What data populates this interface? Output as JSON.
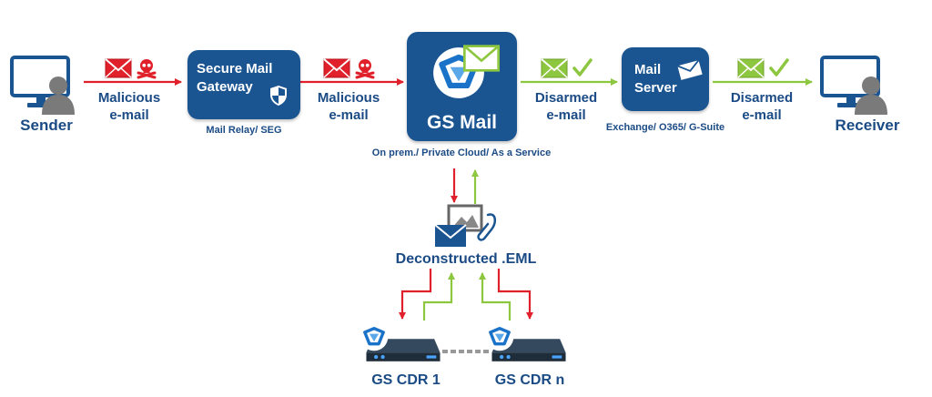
{
  "nodes": {
    "sender": {
      "label": "Sender"
    },
    "secure_gateway": {
      "title_line1": "Secure Mail",
      "title_line2": "Gateway",
      "caption": "Mail Relay/ SEG"
    },
    "gs_mail": {
      "title": "GS Mail",
      "caption": "On prem./ Private Cloud/ As a Service"
    },
    "mail_server": {
      "title_line1": "Mail",
      "title_line2": "Server",
      "caption": "Exchange/ O365/ G-Suite"
    },
    "receiver": {
      "label": "Receiver"
    },
    "deconstructed": {
      "label": "Deconstructed .EML"
    },
    "cdr1": {
      "label": "GS CDR 1"
    },
    "cdrn": {
      "label": "GS CDR n"
    }
  },
  "edges": [
    {
      "from": "sender",
      "to": "secure_gateway",
      "line1": "Malicious",
      "line2": "e-mail",
      "status": "malicious"
    },
    {
      "from": "secure_gateway",
      "to": "gs_mail",
      "line1": "Malicious",
      "line2": "e-mail",
      "status": "malicious"
    },
    {
      "from": "gs_mail",
      "to": "mail_server",
      "line1": "Disarmed",
      "line2": "e-mail",
      "status": "disarmed"
    },
    {
      "from": "mail_server",
      "to": "receiver",
      "line1": "Disarmed",
      "line2": "e-mail",
      "status": "disarmed"
    }
  ],
  "colors": {
    "brand_blue": "#1a5592",
    "text_blue": "#1b4b85",
    "malicious_red": "#e0202a",
    "disarmed_green": "#8dc63f",
    "user_gray": "#7a7a7a"
  },
  "icons": [
    "monitor-icon",
    "user-icon",
    "envelope-icon",
    "skull-crossbones-icon",
    "checkmark-icon",
    "shield-icon",
    "gs-logo-icon",
    "server-appliance-icon",
    "attachment-icon"
  ]
}
